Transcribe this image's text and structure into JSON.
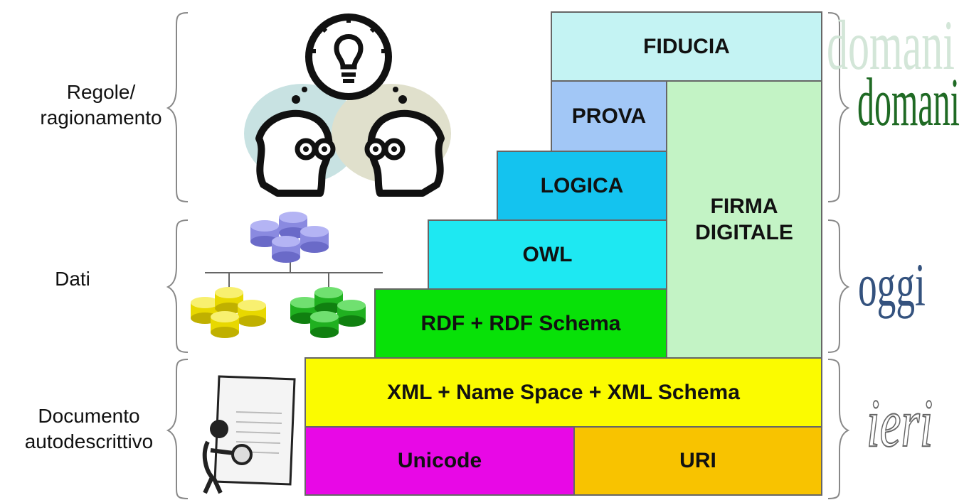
{
  "left_labels": {
    "rules": "Regole/\nragionamento",
    "data": "Dati",
    "document": "Documento\nautodescrittivo"
  },
  "layers": {
    "fiducia": "FIDUCIA",
    "prova": "PROVA",
    "logica": "LOGICA",
    "firma": "FIRMA\nDIGITALE",
    "owl": "OWL",
    "rdf": "RDF + RDF Schema",
    "xml": "XML + Name Space + XML Schema",
    "unicode": "Unicode",
    "uri": "URI"
  },
  "eras": {
    "domani": "domani",
    "oggi": "oggi",
    "ieri": "ieri"
  },
  "colors": {
    "fiducia": "#c4f3f3",
    "prova": "#a2c7f6",
    "logica": "#14c3ef",
    "firma": "#c3f3c5",
    "owl": "#1ee8f2",
    "rdf": "#08e108",
    "xml": "#fbfb00",
    "unicode": "#e808e6",
    "uri": "#f8c300"
  }
}
